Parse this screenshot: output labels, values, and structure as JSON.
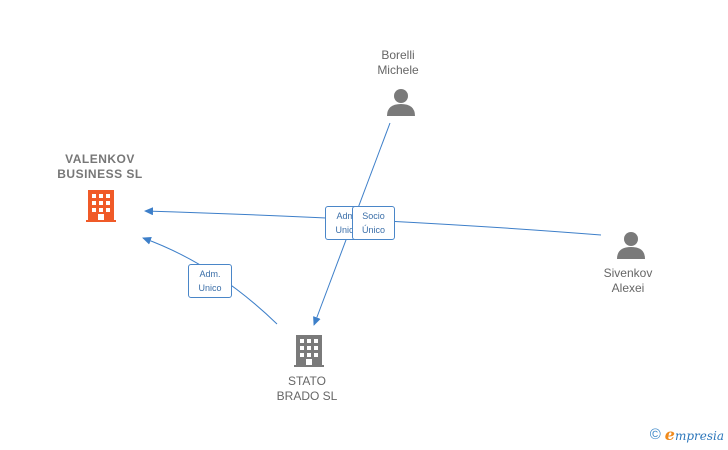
{
  "nodes": {
    "valenkov": {
      "line1": "VALENKOV",
      "line2": "BUSINESS  SL",
      "type": "company",
      "color": "#f05a28"
    },
    "stato": {
      "line1": "STATO",
      "line2": "BRADO  SL",
      "type": "company",
      "color": "#7a7a7a"
    },
    "borelli": {
      "line1": "Borelli",
      "line2": "Michele",
      "type": "person",
      "color": "#7a7a7a"
    },
    "sivenkov": {
      "line1": "Sivenkov",
      "line2": "Alexei",
      "type": "person",
      "color": "#7a7a7a"
    }
  },
  "edges": {
    "stato_valenkov": {
      "line1": "Adm.",
      "line2": "Unico"
    },
    "borelli_valenkov": {
      "line1": "Adm.",
      "line2": "Unico"
    },
    "sivenkov_stato": {
      "line1": "Socio",
      "line2": "Único"
    }
  },
  "footer": {
    "copyright_symbol": "©",
    "brand_initial": "e",
    "brand_rest": "mpresia"
  },
  "colors": {
    "edge": "#3d7fc9"
  }
}
